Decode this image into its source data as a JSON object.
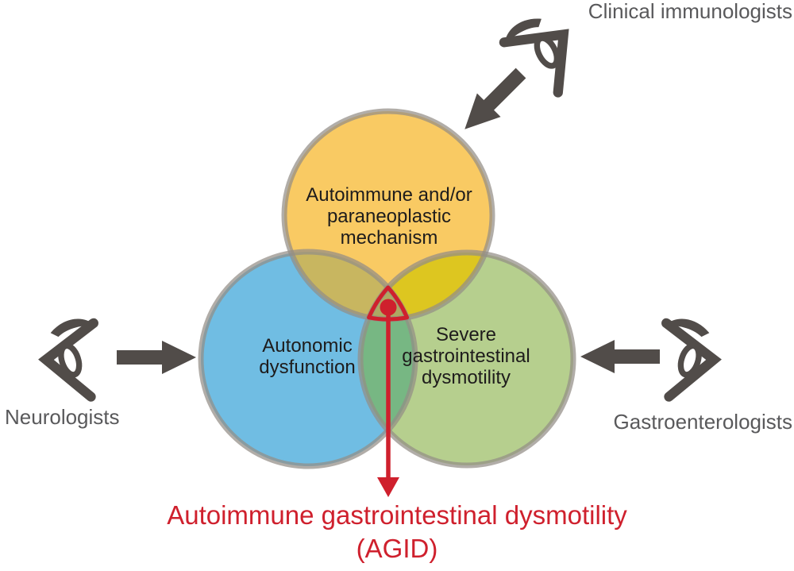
{
  "figure": {
    "observers": {
      "top_right": "Clinical immunologists",
      "left": "Neurologists",
      "right": "Gastroenterologists"
    },
    "circles": {
      "top": {
        "label_lines": [
          "Autoimmune and/or",
          "paraneoplastic",
          "mechanism"
        ],
        "color": "#F9CA63"
      },
      "bottom_left": {
        "label_lines": [
          "Autonomic",
          "dysfunction"
        ],
        "color": "#70BDE3"
      },
      "bottom_right": {
        "label_lines": [
          "Severe",
          "gastrointestinal",
          "dysmotility"
        ],
        "color": "#B6CF8E"
      }
    },
    "overlap_colors": {
      "immune_autonomic": "#C8B660",
      "immune_gi": "#DDC620",
      "autonomic_gi": "#77B783",
      "center_triple": "#AEA962"
    },
    "annotation": {
      "line1": "Autoimmune gastrointestinal dysmotility",
      "line2": "(AGID)",
      "color": "#CF202D"
    },
    "icon_color": "#514C49",
    "label_color": "#59595B",
    "ring_color": "#938D86"
  }
}
